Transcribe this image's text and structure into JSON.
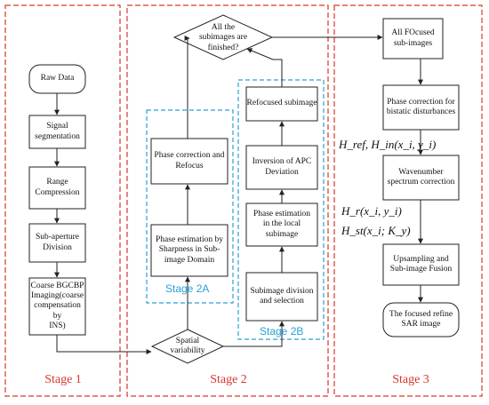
{
  "stages": {
    "stage1": "Stage 1",
    "stage2": "Stage 2",
    "stage3": "Stage 3",
    "stage2a": "Stage 2A",
    "stage2b": "Stage 2B"
  },
  "stage1_boxes": {
    "raw_data": "Raw Data",
    "signal_segmentation": "Signal segmentation",
    "range_compression": "Range Compression",
    "sub_aperture": "Sub-aperture\nDivision",
    "coarse_imaging": "Coarse BGCBP\nImaging(coarse\ncompensation by\nINS)"
  },
  "stage2_boxes": {
    "decision_top": "All the\nsubimages are\nfinished?",
    "decision_bottom": "Spatial\nvariability",
    "phase_correction_refocus": "Phase correction and\nRefocus",
    "phase_estimation_sharpness": "Phase estimation by\nSharpness in Sub-\nimage Domain",
    "refocused_subimage": "Refocused subimage",
    "inversion_apc": "Inversion of APC\nDeviation",
    "phase_estimation_local": "Phase estimation\nin the local subimage",
    "subimage_division": "Subimage division\nand selection"
  },
  "stage3_boxes": {
    "all_focused": "All FOcused\nsub-images",
    "phase_correction_bistatic": "Phase correction for\nbistatic disturbances",
    "wavenumber": "Wavenumber\nspectrum correction",
    "upsampling": "Upsampling and\nSub-image Fusion",
    "final_image": "The focused refine\nSAR image"
  },
  "formulas": {
    "h_ref_in": "H_ref, H_in(x_i, y_i)",
    "h_r": "H_r(x_i, y_i)",
    "h_st": "H_st(x_i; K_y)"
  },
  "colors": {
    "stage_border": "#d9362b",
    "substage_border": "#2a9fd6",
    "line": "#222222"
  }
}
